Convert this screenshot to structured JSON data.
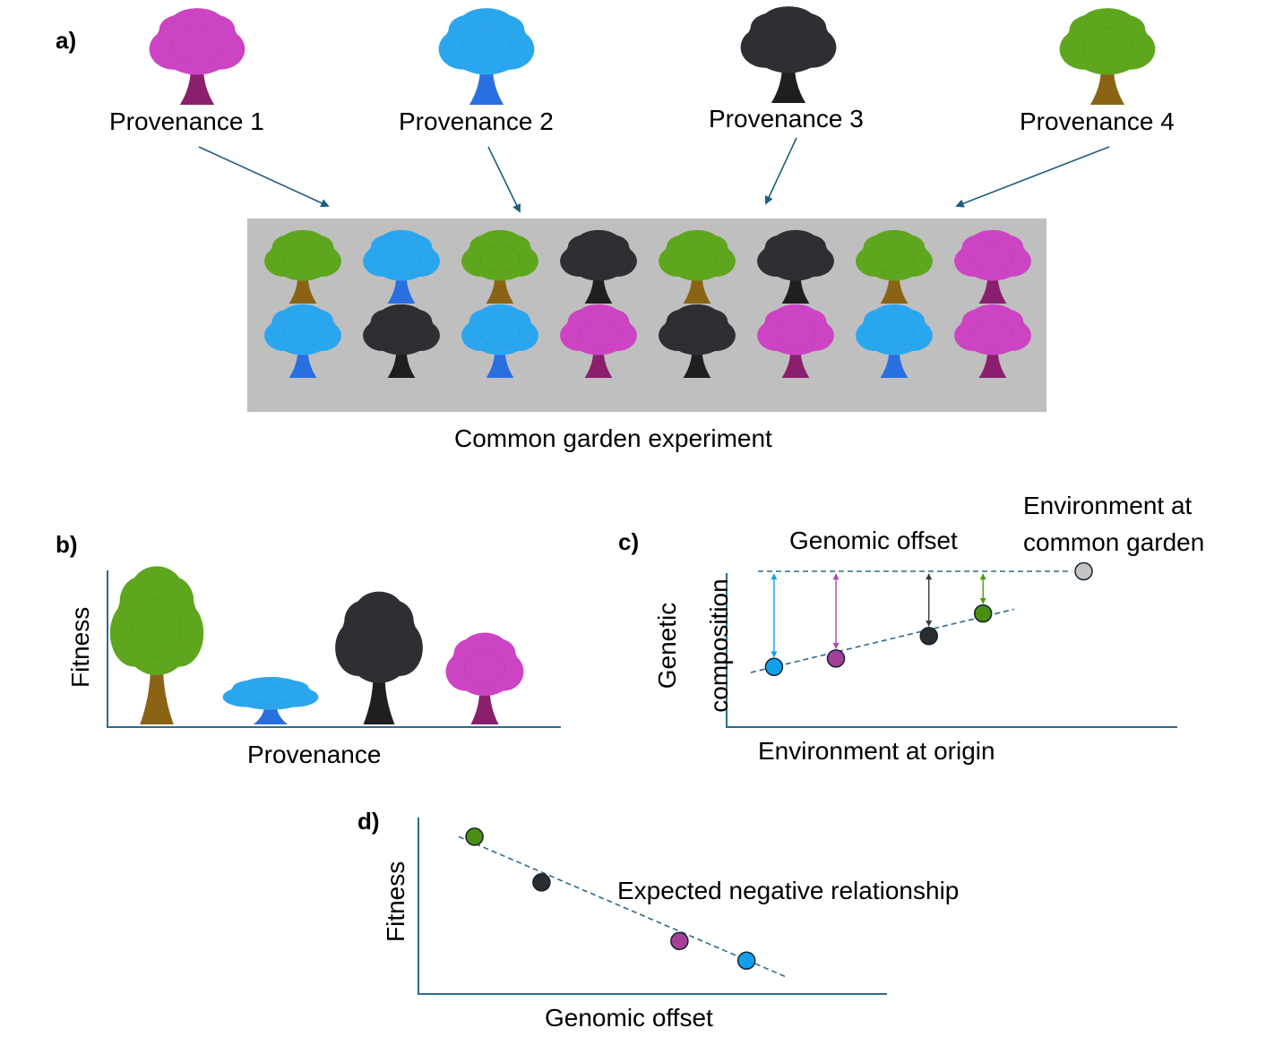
{
  "colors": {
    "magenta_leaf": "#cc44c4",
    "magenta_trunk": "#8a1f6e",
    "blue_leaf": "#2aa6ef",
    "blue_trunk": "#2a6fe0",
    "black_leaf": "#2e2f33",
    "black_trunk": "#1f1f22",
    "green_leaf": "#5ea61e",
    "green_trunk": "#8a6414",
    "arrow": "#1f5f80",
    "axis": "#2e6a8c",
    "dash": "#2e6a8c",
    "garden_bg": "#bfbfbf",
    "dot_blue": "#12a0ec",
    "dot_magenta": "#a2409a",
    "dot_black": "#2a2d31",
    "dot_green": "#4a8f12",
    "dot_grey": "#c4c4c4"
  },
  "panel_a": {
    "label": "a)",
    "provenances": [
      {
        "name": "Provenance 1",
        "color": "magenta"
      },
      {
        "name": "Provenance 2",
        "color": "blue"
      },
      {
        "name": "Provenance 3",
        "color": "black"
      },
      {
        "name": "Provenance 4",
        "color": "green"
      }
    ],
    "garden_rows": [
      [
        "green",
        "blue",
        "green",
        "black",
        "green",
        "black",
        "green",
        "magenta"
      ],
      [
        "blue",
        "black",
        "blue",
        "magenta",
        "black",
        "magenta",
        "blue",
        "magenta"
      ]
    ],
    "garden_caption": "Common garden experiment"
  },
  "panel_b": {
    "label": "b)",
    "ylabel": "Fitness",
    "xlabel": "Provenance",
    "trees": [
      {
        "color": "green",
        "relative_fitness": 1.0
      },
      {
        "color": "blue",
        "relative_fitness": 0.3
      },
      {
        "color": "black",
        "relative_fitness": 0.84
      },
      {
        "color": "magenta",
        "relative_fitness": 0.58
      }
    ]
  },
  "chart_data": [
    {
      "type": "scatter",
      "panel": "c)",
      "title": "Genomic offset",
      "annotation": "Environment at common garden",
      "xlabel": "Environment at origin",
      "ylabel": "Genetic composition",
      "xlim": [
        0,
        10
      ],
      "ylim": [
        0,
        10
      ],
      "points": [
        {
          "name": "Provenance 2",
          "color": "blue",
          "x": 0.6,
          "y": 3.2
        },
        {
          "name": "Provenance 1",
          "color": "magenta",
          "x": 2.2,
          "y": 3.8
        },
        {
          "name": "Provenance 3",
          "color": "black",
          "x": 4.6,
          "y": 5.4
        },
        {
          "name": "Provenance 4",
          "color": "green",
          "x": 6.0,
          "y": 7.0
        },
        {
          "name": "Common garden",
          "color": "grey",
          "x": 8.6,
          "y": 10.0
        }
      ],
      "trend_line": {
        "x": [
          0.0,
          6.8
        ],
        "y": [
          2.8,
          7.3
        ]
      },
      "reference_line": {
        "x": [
          0.0,
          8.3
        ],
        "y": [
          10.0,
          10.0
        ]
      },
      "offset_arrows": [
        "blue",
        "magenta",
        "black",
        "green"
      ]
    },
    {
      "type": "scatter",
      "panel": "d)",
      "annotation": "Expected negative relationship",
      "xlabel": "Genomic offset",
      "ylabel": "Fitness",
      "xlim": [
        0,
        10
      ],
      "ylim": [
        0,
        10
      ],
      "points": [
        {
          "name": "Provenance 4",
          "color": "green",
          "x": 0.9,
          "y": 9.1
        },
        {
          "name": "Provenance 3",
          "color": "black",
          "x": 2.6,
          "y": 6.3
        },
        {
          "name": "Provenance 1",
          "color": "magenta",
          "x": 6.1,
          "y": 2.7
        },
        {
          "name": "Provenance 2",
          "color": "blue",
          "x": 7.8,
          "y": 1.5
        }
      ],
      "trend_line": {
        "x": [
          0.5,
          8.8
        ],
        "y": [
          9.1,
          0.5
        ]
      }
    }
  ]
}
